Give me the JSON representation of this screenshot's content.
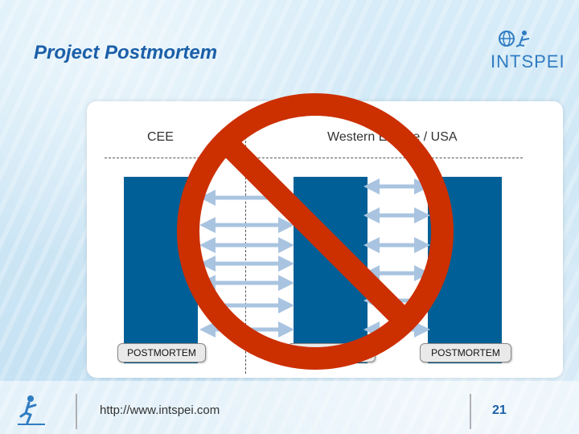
{
  "slide": {
    "title": "Project Postmortem",
    "logo_text": "INTSPEI",
    "columns": {
      "left_label": "CEE",
      "right_label": "Western Europe / USA"
    },
    "boxes": [
      "POSTMORTEM",
      "POSTMORTEM",
      "POSTMORTEM"
    ],
    "footer": {
      "url": "http://www.intspei.com",
      "page_number": "21"
    }
  },
  "colors": {
    "title": "#1b5fa8",
    "bar": "#005f96",
    "arrow": "#a9c4e0",
    "prohibition": "#cc2f00"
  },
  "icons": [
    "globe-figure-logo-icon",
    "prohibition-sign-icon",
    "runner-figure-icon"
  ]
}
